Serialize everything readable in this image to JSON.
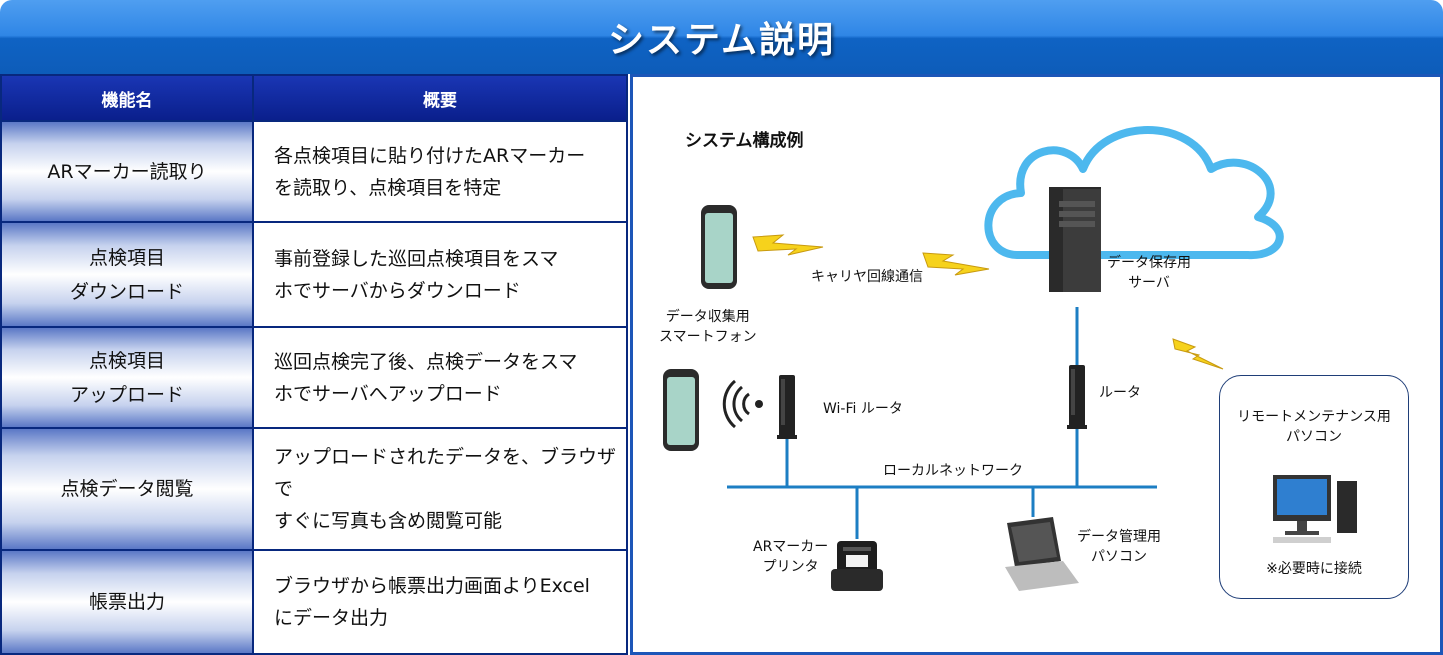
{
  "title": "システム説明",
  "table": {
    "headers": [
      "機能名",
      "概要"
    ],
    "rows": [
      {
        "name": "ARマーカー読取り",
        "desc_lines": [
          "各点検項目に貼り付けたARマーカー",
          "を読取り、点検項目を特定"
        ]
      },
      {
        "name": "点検項目\nダウンロード",
        "desc_lines": [
          "事前登録した巡回点検項目をスマ",
          "ホでサーバからダウンロード"
        ]
      },
      {
        "name": "点検項目\nアップロード",
        "desc_lines": [
          "巡回点検完了後、点検データをスマ",
          "ホでサーバへアップロード"
        ]
      },
      {
        "name": "点検データ閲覧",
        "desc_lines": [
          "アップロードされたデータを、ブラウザで",
          "すぐに写真も含め閲覧可能"
        ]
      },
      {
        "name": "帳票出力",
        "desc_lines": [
          "ブラウザから帳票出力画面よりExcel",
          "にデータ出力"
        ]
      }
    ]
  },
  "diagram": {
    "heading": "システム構成例",
    "carrier_label": "キャリヤ回線通信",
    "server_label": [
      "データ保存用",
      "サーバ"
    ],
    "smartphone_label": [
      "データ収集用",
      "スマートフォン"
    ],
    "wifi_router_label": "Wi-Fi ルータ",
    "router_label": "ルータ",
    "lan_label": "ローカルネットワーク",
    "printer_label": [
      "ARマーカー",
      "プリンタ"
    ],
    "admin_pc_label": [
      "データ管理用",
      "パソコン"
    ],
    "remote_pc_label": [
      "リモートメンテナンス用",
      "パソコン"
    ],
    "remote_note": "※必要時に接続",
    "colors": {
      "cloud": "#4db8ee",
      "lan_line": "#1c7ec3",
      "lightning": "#f6d21c",
      "frame": "#1c56b8",
      "header": "#0a1f8c"
    }
  }
}
